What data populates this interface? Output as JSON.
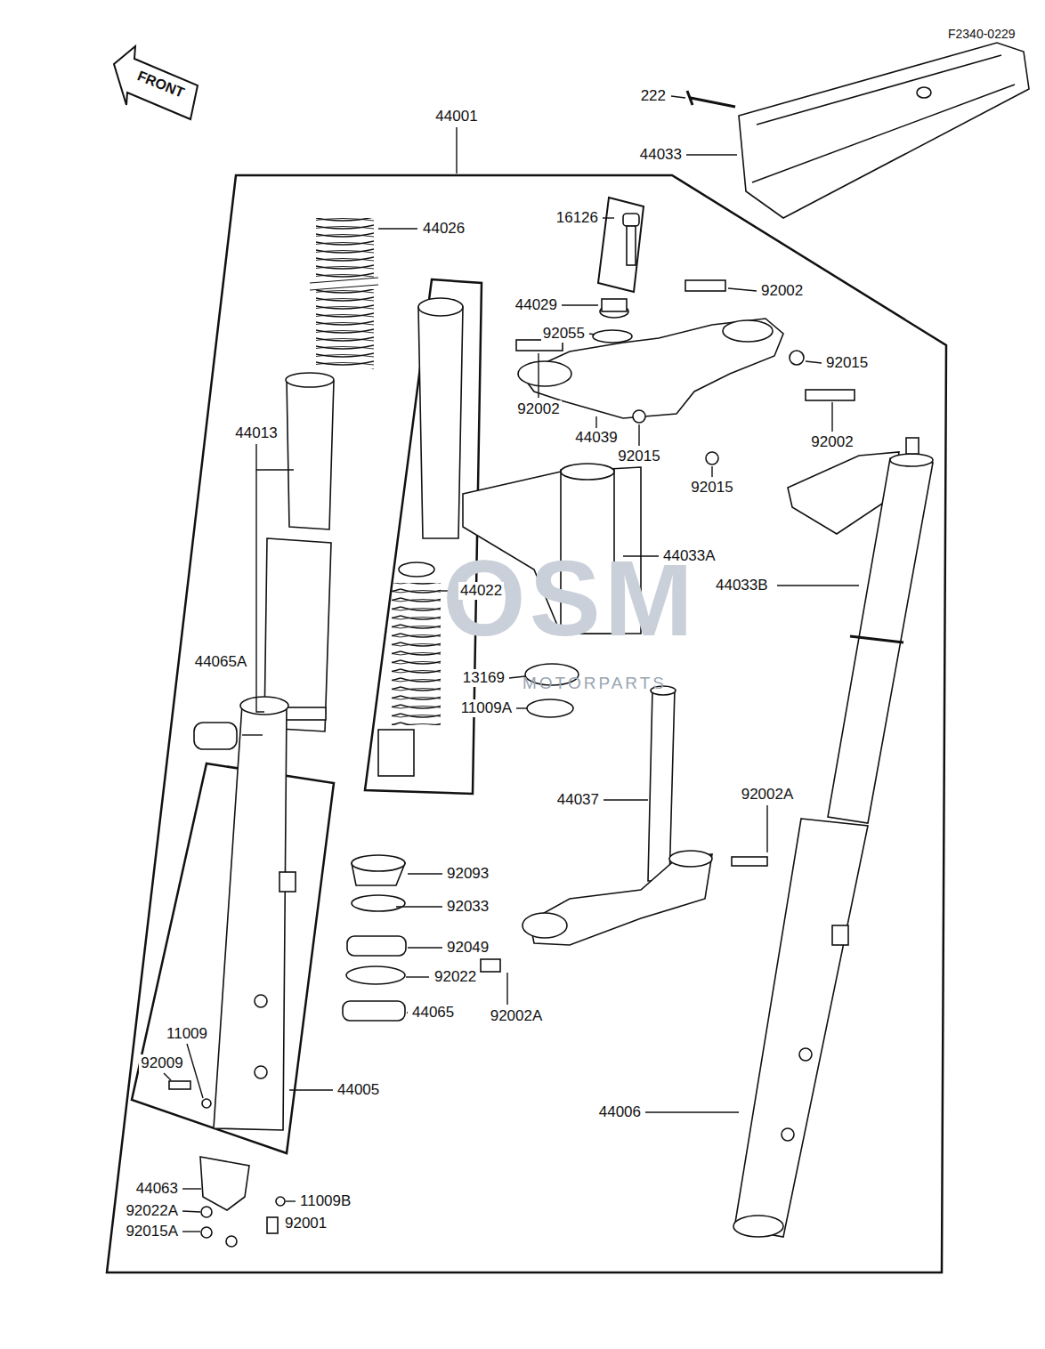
{
  "diagram": {
    "labels": [
      "F2340-0229",
      "FRONT",
      "222",
      "44001",
      "44033",
      "44026",
      "16126",
      "92002",
      "44029",
      "92055",
      "92015",
      "92002",
      "92002",
      "44039",
      "92015",
      "44013",
      "92015",
      "44033A",
      "44033B",
      "44022",
      "OSM",
      "44065A",
      "13169",
      "MOTORPARTS",
      "11009A",
      "44037",
      "92002A",
      "92093",
      "92033",
      "92049",
      "92022",
      "44065",
      "92002A",
      "11009",
      "92009",
      "44005",
      "44006",
      "44063",
      "11009B",
      "92022A",
      "92001",
      "92015A"
    ]
  }
}
